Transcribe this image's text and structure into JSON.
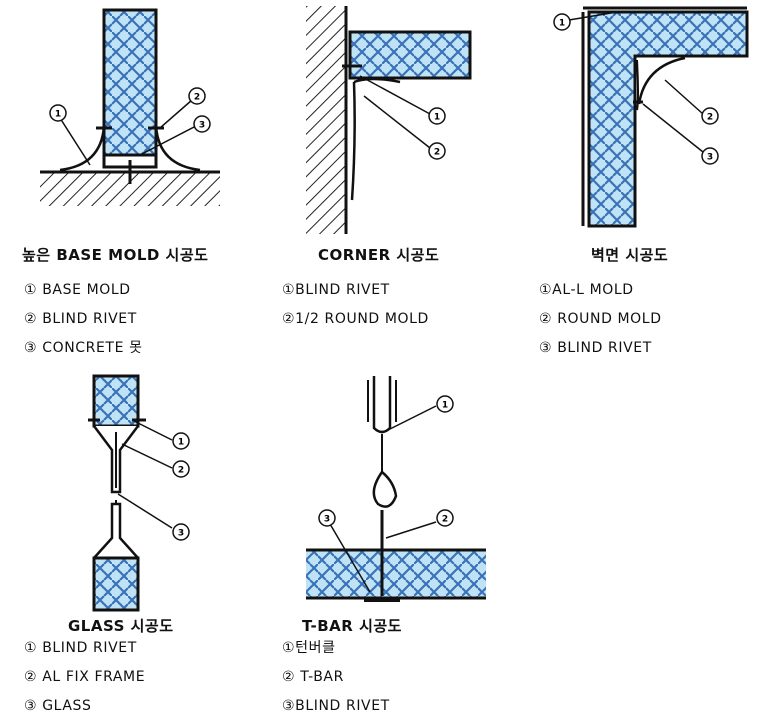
{
  "panels": [
    {
      "title": "높은 BASE MOLD 시공도",
      "legend": [
        "① BASE MOLD",
        "② BLIND RIVET",
        "③ CONCRETE 못"
      ],
      "callouts": [
        "1",
        "2",
        "3"
      ]
    },
    {
      "title": "CORNER 시공도",
      "legend": [
        "①BLIND RIVET",
        "②1/2 ROUND MOLD"
      ],
      "callouts": [
        "1",
        "2"
      ]
    },
    {
      "title": "벽면 시공도",
      "legend": [
        "①AL-L MOLD",
        "② ROUND MOLD",
        "③ BLIND RIVET"
      ],
      "callouts": [
        "1",
        "2",
        "3"
      ]
    },
    {
      "title": "GLASS 시공도",
      "legend": [
        "① BLIND RIVET",
        "② AL FIX FRAME",
        "③ GLASS"
      ],
      "callouts": [
        "1",
        "2",
        "3"
      ]
    },
    {
      "title": "T-BAR 시공도",
      "legend": [
        "①턴버클",
        "② T-BAR",
        "③BLIND RIVET"
      ],
      "callouts": [
        "1",
        "2",
        "3"
      ]
    }
  ],
  "colors": {
    "panel_fill": "#bfe3f5",
    "hatch": "#3a72b8",
    "line": "#111111"
  }
}
